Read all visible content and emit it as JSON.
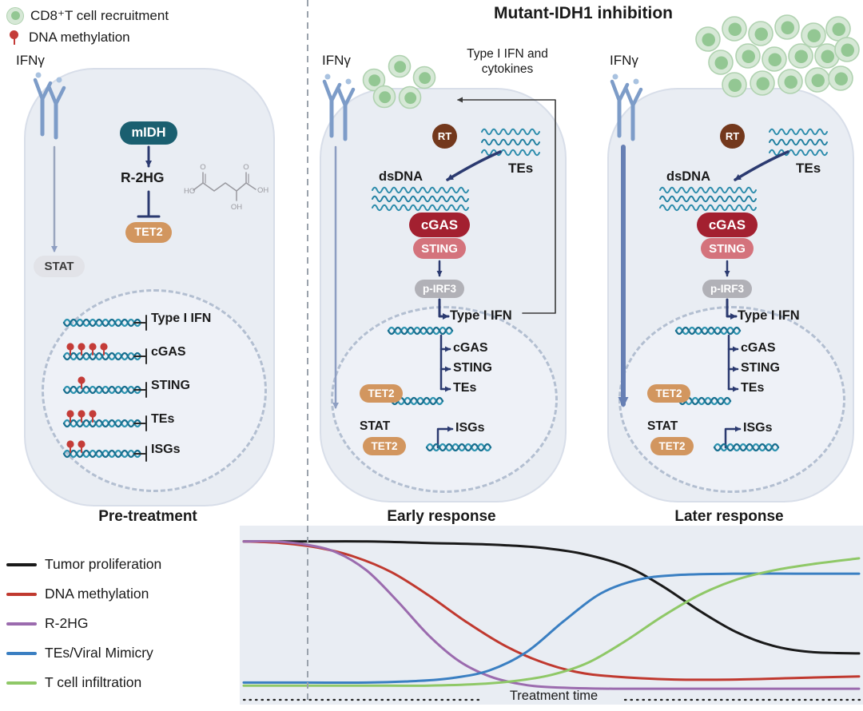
{
  "title": "Mutant-IDH1 inhibition",
  "legend": {
    "items": [
      {
        "icon": "cd8-tcell-icon",
        "label": "CD8⁺T cell recruitment"
      },
      {
        "icon": "dna-methylation-icon",
        "label": "DNA methylation"
      }
    ]
  },
  "panels": {
    "pre": {
      "label": "Pre-treatment",
      "ifng": "IFNγ",
      "midh": "mIDH",
      "r2hg": "R-2HG",
      "tet2": "TET2",
      "stat": "STAT",
      "chem": {
        "ho": "HO",
        "o1": "O",
        "o2": "O",
        "oh1": "OH",
        "oh2": "OH"
      },
      "genes": [
        {
          "label": "Type I IFN",
          "methyl_dots": 0
        },
        {
          "label": "cGAS",
          "methyl_dots": 4
        },
        {
          "label": "STING",
          "methyl_dots": 1
        },
        {
          "label": "TEs",
          "methyl_dots": 3
        },
        {
          "label": "ISGs",
          "methyl_dots": 2
        }
      ]
    },
    "early": {
      "label": "Early response",
      "ifng": "IFNγ",
      "cytokines": "Type I IFN and cytokines",
      "rt": "RT",
      "tes": "TEs",
      "dsdna": "dsDNA",
      "cgas": "cGAS",
      "sting": "STING",
      "pirf3": "p-IRF3",
      "tet2": "TET2",
      "stat": "STAT",
      "nucleus_genes": [
        "Type I IFN",
        "cGAS",
        "STING",
        "TEs",
        "ISGs"
      ]
    },
    "later": {
      "label": "Later response",
      "ifng": "IFNγ",
      "rt": "RT",
      "tes": "TEs",
      "dsdna": "dsDNA",
      "cgas": "cGAS",
      "sting": "STING",
      "pirf3": "p-IRF3",
      "tet2": "TET2",
      "stat": "STAT",
      "nucleus_genes": [
        "Type I IFN",
        "cGAS",
        "STING",
        "TEs",
        "ISGs"
      ]
    }
  },
  "chart_data": {
    "type": "line",
    "title": "",
    "xlabel": "Treatment time",
    "ylabel": "",
    "x_range": [
      0,
      100
    ],
    "y_range": [
      0,
      100
    ],
    "treatment_start_x": 11,
    "grid": false,
    "legend_position": "left",
    "series": [
      {
        "name": "Tumor proliferation",
        "color": "#1a1a1a",
        "x": [
          0,
          10,
          20,
          30,
          40,
          48,
          55,
          62,
          68,
          74,
          80,
          86,
          92,
          100
        ],
        "y": [
          97,
          97,
          97,
          96,
          95,
          93,
          89,
          81,
          68,
          52,
          38,
          29,
          25,
          24
        ]
      },
      {
        "name": "DNA methylation",
        "color": "#c0392f",
        "x": [
          0,
          6,
          12,
          18,
          24,
          30,
          36,
          42,
          48,
          54,
          60,
          70,
          80,
          90,
          100
        ],
        "y": [
          97,
          96,
          93,
          87,
          77,
          62,
          45,
          30,
          19,
          12,
          9,
          7,
          7,
          8,
          9
        ]
      },
      {
        "name": "R-2HG",
        "color": "#9b6bae",
        "x": [
          0,
          5,
          10,
          15,
          20,
          25,
          30,
          35,
          40,
          45,
          50,
          60,
          80,
          100
        ],
        "y": [
          97,
          97,
          95,
          90,
          78,
          58,
          36,
          19,
          9,
          4,
          2,
          1,
          1,
          1
        ]
      },
      {
        "name": "TEs/Viral Mimicry",
        "color": "#3a7fc2",
        "x": [
          0,
          10,
          20,
          28,
          34,
          40,
          46,
          52,
          58,
          64,
          70,
          80,
          90,
          100
        ],
        "y": [
          5,
          5,
          5,
          6,
          8,
          13,
          25,
          45,
          63,
          72,
          75,
          76,
          76,
          76
        ]
      },
      {
        "name": "T cell infiltration",
        "color": "#8fc867",
        "x": [
          0,
          10,
          20,
          30,
          38,
          44,
          50,
          56,
          62,
          68,
          74,
          80,
          86,
          92,
          100
        ],
        "y": [
          3,
          3,
          3,
          3,
          4,
          6,
          10,
          18,
          32,
          48,
          62,
          72,
          78,
          82,
          86
        ]
      }
    ]
  }
}
